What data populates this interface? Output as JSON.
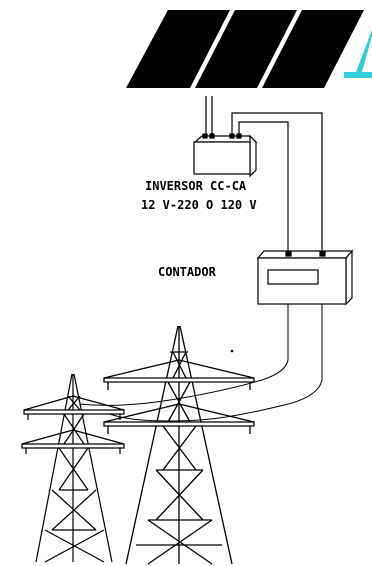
{
  "labels": {
    "inverter_line1": "INVERSOR CC-CA",
    "inverter_line2": "12 V-220 O 120 V",
    "meter": "CONTADOR"
  },
  "colors": {
    "panel": "#000000",
    "accent": "#33ccdd",
    "wire": "#000000",
    "background": "#ffffff"
  }
}
